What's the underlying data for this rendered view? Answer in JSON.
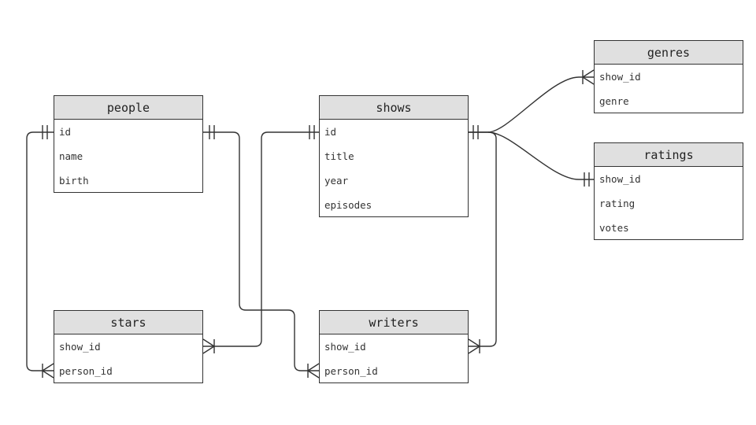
{
  "entities": {
    "people": {
      "title": "people",
      "fields": [
        "id",
        "name",
        "birth"
      ]
    },
    "shows": {
      "title": "shows",
      "fields": [
        "id",
        "title",
        "year",
        "episodes"
      ]
    },
    "genres": {
      "title": "genres",
      "fields": [
        "show_id",
        "genre"
      ]
    },
    "ratings": {
      "title": "ratings",
      "fields": [
        "show_id",
        "rating",
        "votes"
      ]
    },
    "stars": {
      "title": "stars",
      "fields": [
        "show_id",
        "person_id"
      ]
    },
    "writers": {
      "title": "writers",
      "fields": [
        "show_id",
        "person_id"
      ]
    }
  },
  "relationships": [
    {
      "from": "shows.id",
      "from_card": "one",
      "to": "genres.show_id",
      "to_card": "many"
    },
    {
      "from": "shows.id",
      "from_card": "one",
      "to": "ratings.show_id",
      "to_card": "one"
    },
    {
      "from": "shows.id",
      "from_card": "one",
      "to": "stars.show_id",
      "to_card": "many"
    },
    {
      "from": "shows.id",
      "from_card": "one",
      "to": "writers.show_id",
      "to_card": "many"
    },
    {
      "from": "people.id",
      "from_card": "one",
      "to": "stars.person_id",
      "to_card": "many"
    },
    {
      "from": "people.id",
      "from_card": "one",
      "to": "writers.person_id",
      "to_card": "many"
    }
  ]
}
